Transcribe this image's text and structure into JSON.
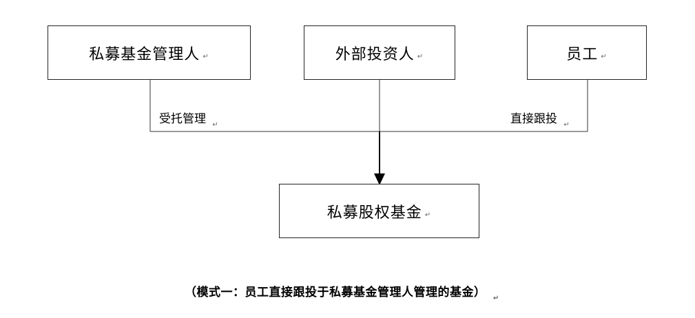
{
  "diagram": {
    "nodes": {
      "manager": {
        "label": "私募基金管理人"
      },
      "external_investor": {
        "label": "外部投资人"
      },
      "employee": {
        "label": "员工"
      },
      "fund": {
        "label": "私募股权基金"
      }
    },
    "edges": {
      "manager_to_fund": {
        "label": "受托管理"
      },
      "employee_to_fund": {
        "label": "直接跟投"
      }
    },
    "paragraph_mark": "↵",
    "caption": "（模式一：员工直接跟投于私募基金管理人管理的基金）"
  }
}
